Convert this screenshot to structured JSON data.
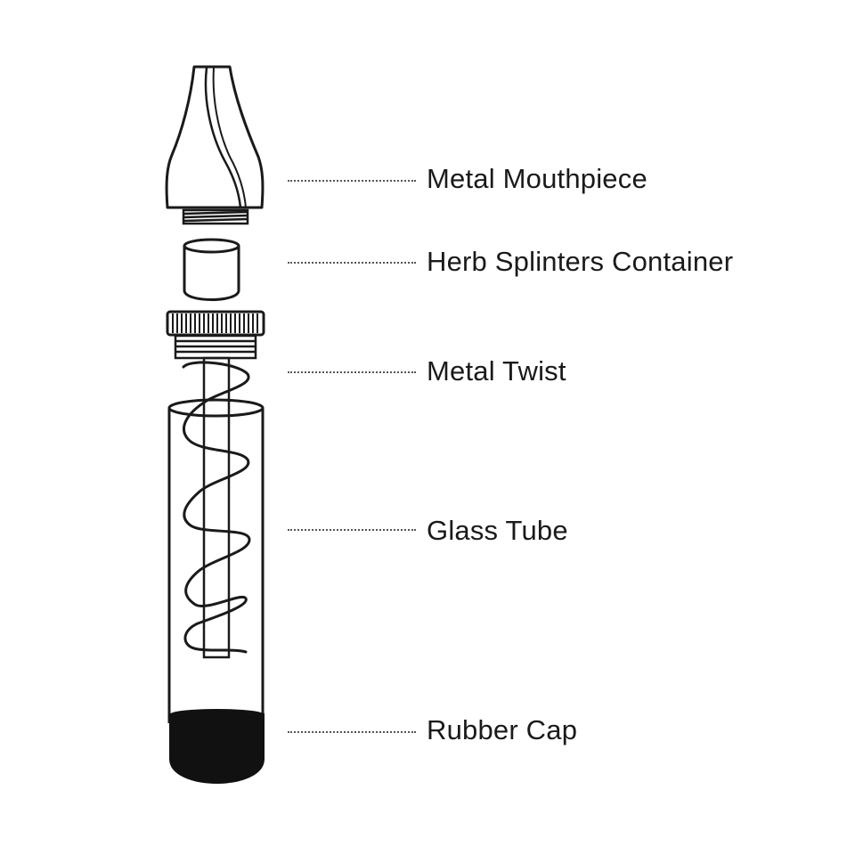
{
  "parts": [
    {
      "id": "metal_mouthpiece",
      "label": "Metal Mouthpiece"
    },
    {
      "id": "herb_splinters_container",
      "label": "Herb Splinters Container"
    },
    {
      "id": "metal_twist",
      "label": "Metal Twist"
    },
    {
      "id": "glass_tube",
      "label": "Glass Tube"
    },
    {
      "id": "rubber_cap",
      "label": "Rubber Cap"
    }
  ],
  "colors": {
    "line": "#1a1a1a",
    "fill": "#ffffff",
    "cap": "#111111",
    "leader": "#555555"
  }
}
